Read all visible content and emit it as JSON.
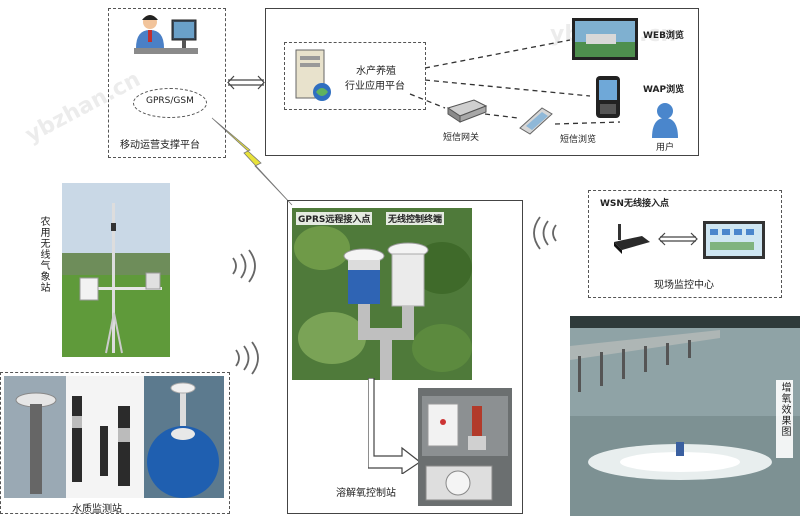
{
  "mobile_platform": {
    "gprs_label": "GPRS/GSM",
    "title": "移动运营支撑平台"
  },
  "aquaculture_platform": {
    "title_line1": "水产养殖",
    "title_line2": "行业应用平台",
    "web_label": "WEB浏览",
    "wap_label": "WAP浏览",
    "user_label": "用户",
    "sms_gateway_label": "短信网关",
    "sms_browse_label": "短信浏览"
  },
  "weather_station": {
    "label": "农用无线气象站"
  },
  "water_quality": {
    "label": "水质监测站"
  },
  "oxygen_station": {
    "gprs_access_label": "GPRS远程接入点",
    "wireless_terminal_label": "无线控制终端",
    "title": "溶解氧控制站"
  },
  "monitor_center": {
    "wsn_label": "WSN无线接入点",
    "title": "现场监控中心"
  },
  "aeration": {
    "label": "增氧效果图"
  },
  "watermark": {
    "text": "ybzhan.cn"
  },
  "colors": {
    "box_border": "#555555",
    "sky": "#c9d8e6",
    "grass": "#5f9a3a",
    "water": "#8fa3a6",
    "bottle_blue": "#1f5fb0",
    "lightning": "#e8e23a"
  }
}
